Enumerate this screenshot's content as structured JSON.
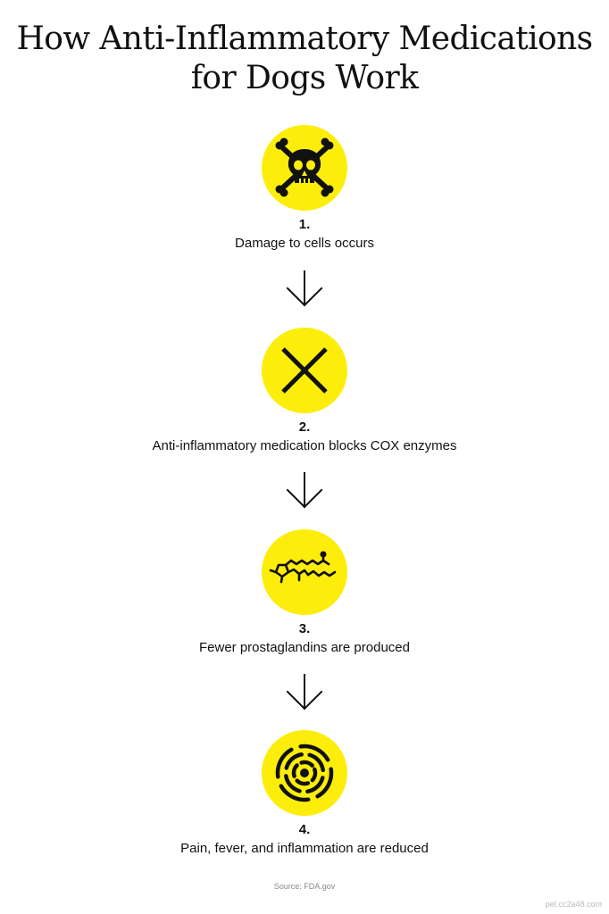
{
  "title_line1": "How Anti-Inflammatory Medications",
  "title_line2": "for Dogs Work",
  "accent_color": "#fcee0a",
  "steps": [
    {
      "number": "1.",
      "text": "Damage to cells occurs",
      "icon": "skull-crossbones-icon"
    },
    {
      "number": "2.",
      "text": "Anti-inflammatory medication blocks COX enzymes",
      "icon": "x-cross-icon"
    },
    {
      "number": "3.",
      "text": "Fewer prostaglandins are produced",
      "icon": "molecule-icon"
    },
    {
      "number": "4.",
      "text": "Pain, fever, and inflammation are reduced",
      "icon": "radiating-waves-icon"
    }
  ],
  "source": "Source: FDA.gov",
  "watermark": "pet.cc2a48.com"
}
